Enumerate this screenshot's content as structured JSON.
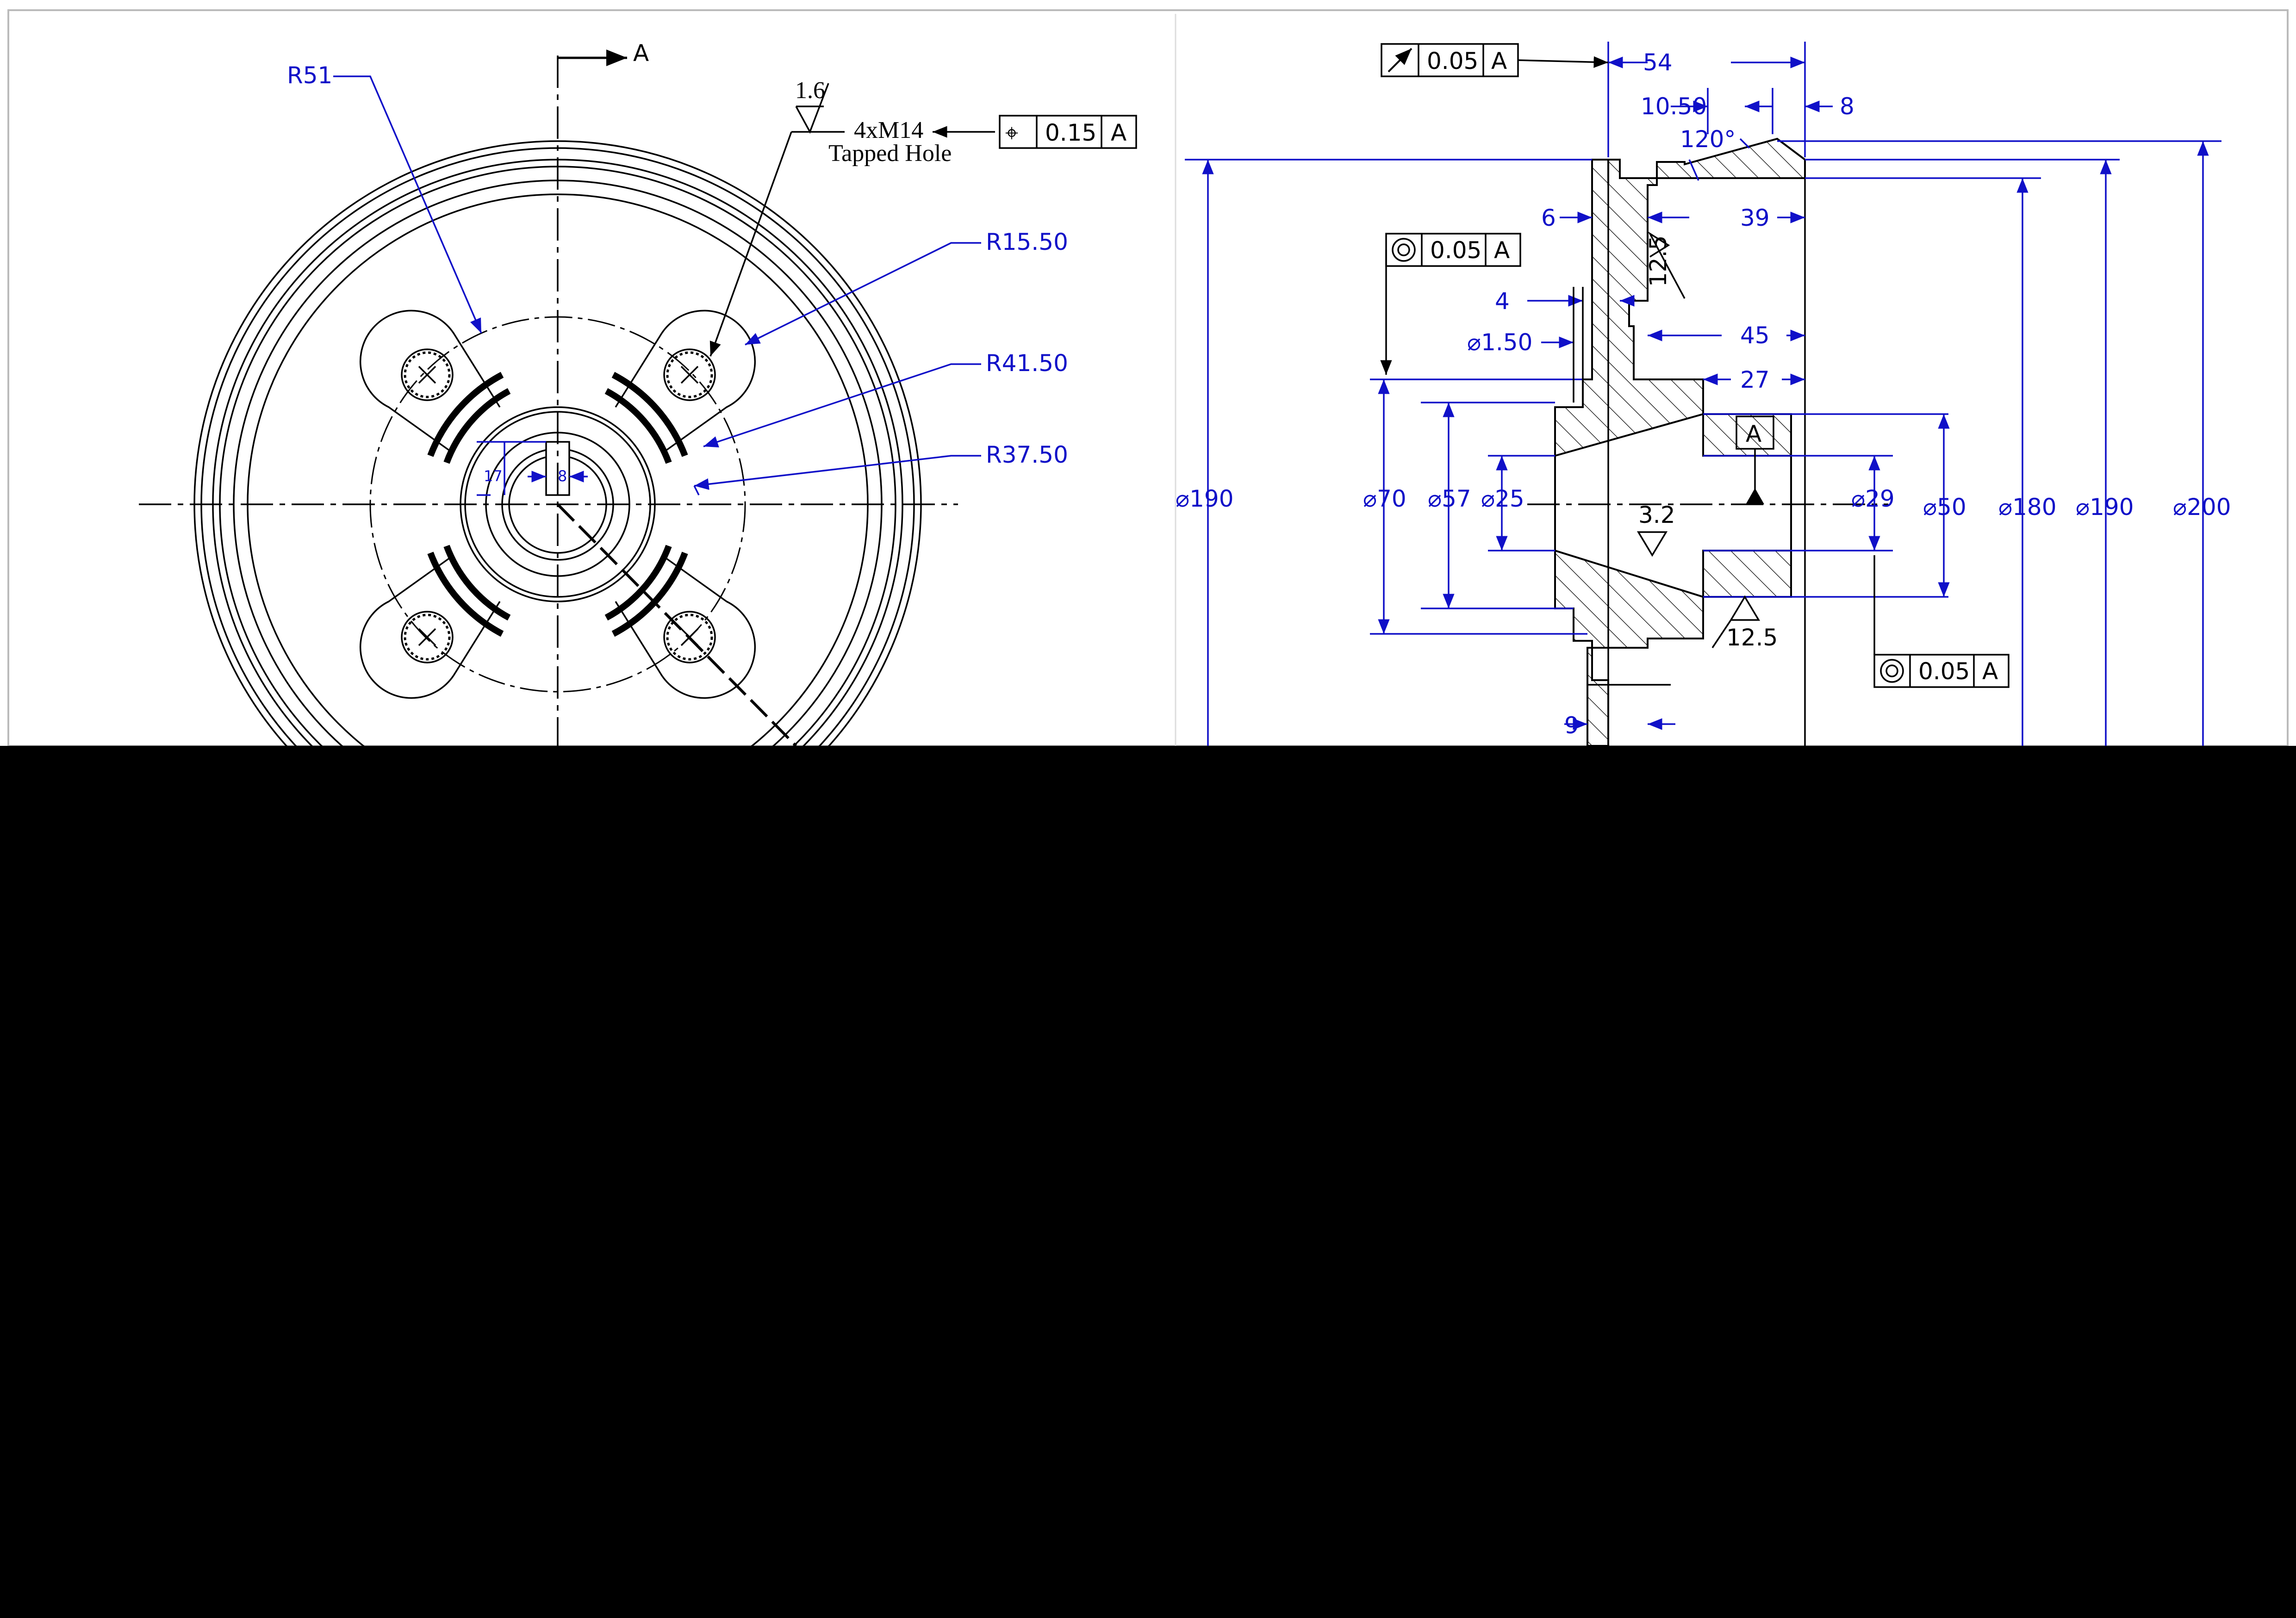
{
  "section_label": "A",
  "front_view": {
    "radii": [
      "R51",
      "R15.50",
      "R41.50",
      "R37.50"
    ],
    "key_dims": [
      "17",
      "8"
    ],
    "finish_value": "1.6",
    "hole_callout_1": "4xM14",
    "hole_callout_2": "Tapped Hole",
    "position_tol": {
      "symbol": "⌖",
      "value": "0.15",
      "datum": "A"
    }
  },
  "section_view": {
    "runout_tol": {
      "value": "0.05",
      "datum": "A"
    },
    "concentricity_tol_1": {
      "value": "0.05",
      "datum": "A"
    },
    "concentricity_tol_2": {
      "value": "0.05",
      "datum": "A"
    },
    "datum_label": "A",
    "angle": "120°",
    "linear": [
      "54",
      "10.50",
      "8",
      "6",
      "39",
      "4",
      "45",
      "27",
      "9"
    ],
    "diameters": [
      "⌀1.50",
      "⌀190",
      "⌀70",
      "⌀57",
      "⌀25",
      "⌀29",
      "⌀50",
      "⌀180",
      "⌀190",
      "⌀200"
    ],
    "finish": [
      "12.5",
      "3.2",
      "12.5"
    ]
  },
  "colors": {
    "dimension": "#1010c8",
    "geometry": "#000000",
    "background": "#ffffff",
    "outside": "#000000"
  }
}
